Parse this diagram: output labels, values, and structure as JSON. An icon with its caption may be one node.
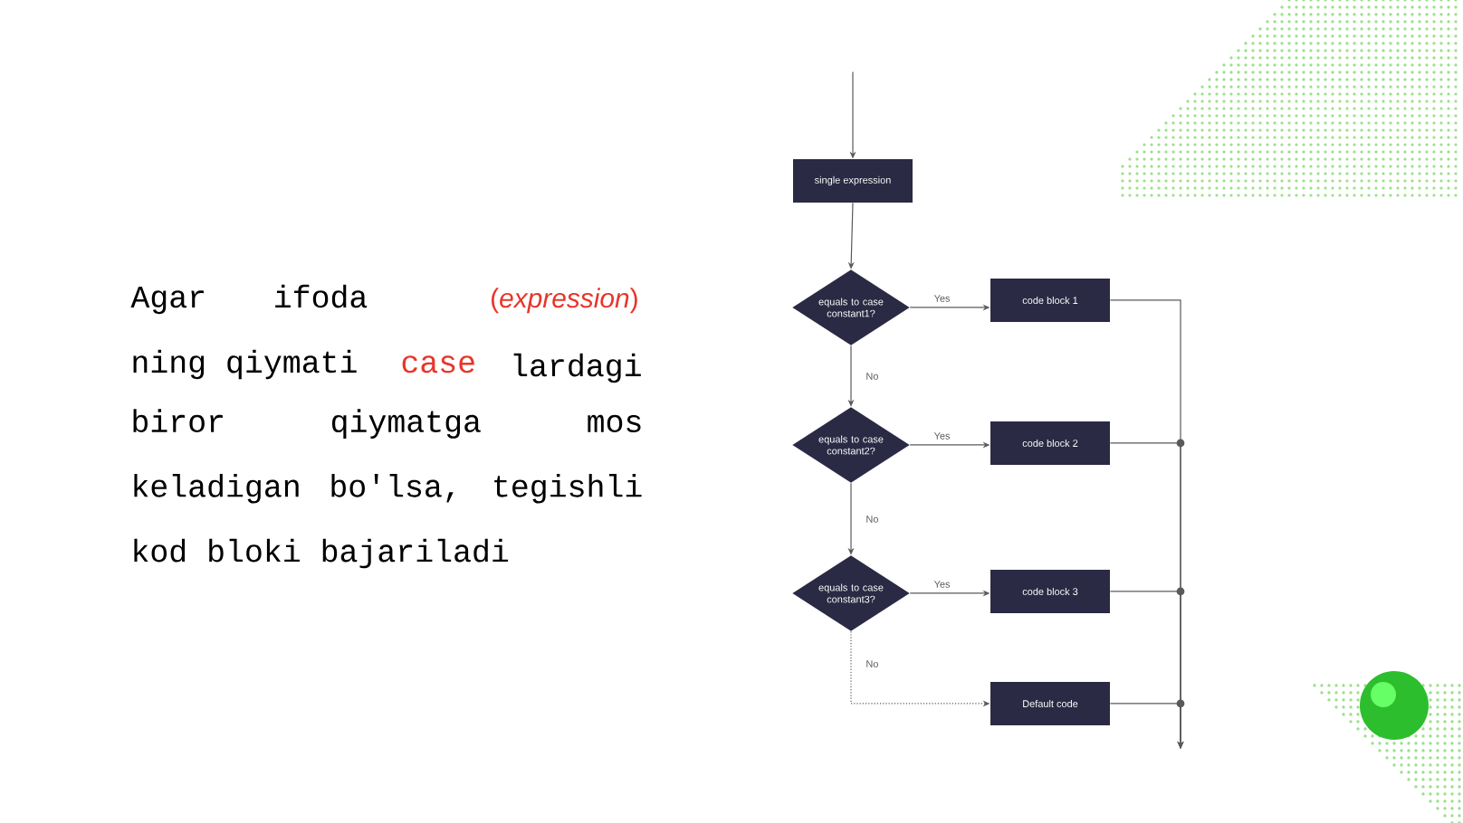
{
  "diagram": {
    "nodes": [
      {
        "text": [
          "single expression"
        ]
      },
      {
        "text": [
          "equals to case constant1?"
        ]
      },
      {
        "text": [
          "code block 1"
        ]
      },
      {
        "text": [
          "equals to case constant2?"
        ]
      },
      {
        "text": [
          "code block 2"
        ]
      },
      {
        "text": [
          "equals to case constant3?"
        ]
      },
      {
        "text": [
          "code block 3"
        ]
      },
      {
        "text": [
          "Default code"
        ]
      }
    ],
    "edges": [
      {
        "from": null,
        "to": 0,
        "arrow": "to"
      },
      {
        "from": 0,
        "to": 1,
        "arrow": "to"
      },
      {
        "from": 1,
        "to": 2,
        "arrow": "to",
        "label": "Yes"
      },
      {
        "from": 1,
        "to": 3,
        "arrow": "to",
        "label": "No"
      },
      {
        "from": 3,
        "to": 4,
        "arrow": "to",
        "label": "Yes"
      },
      {
        "from": 3,
        "to": 5,
        "arrow": "to",
        "label": "No"
      },
      {
        "from": 5,
        "to": 6,
        "arrow": "to",
        "label": "Yes"
      },
      {
        "from": 5,
        "to": 7,
        "arrow": "to",
        "label": "No",
        "style": "dashed"
      },
      {
        "from": 2,
        "to": null,
        "arrow": "to"
      },
      {
        "from": 4,
        "to": null,
        "arrow": "to"
      },
      {
        "from": 6,
        "to": null,
        "arrow": "to"
      },
      {
        "from": 7,
        "to": null,
        "arrow": "to"
      }
    ],
    "labels": [
      "Agar ifoda",
      "(*expression*)",
      "ning qiymati",
      "case",
      "lardagi",
      "biror qiymatga mos keladigan bo'lsa, tegishli kod bloki bajariladi"
    ]
  }
}
